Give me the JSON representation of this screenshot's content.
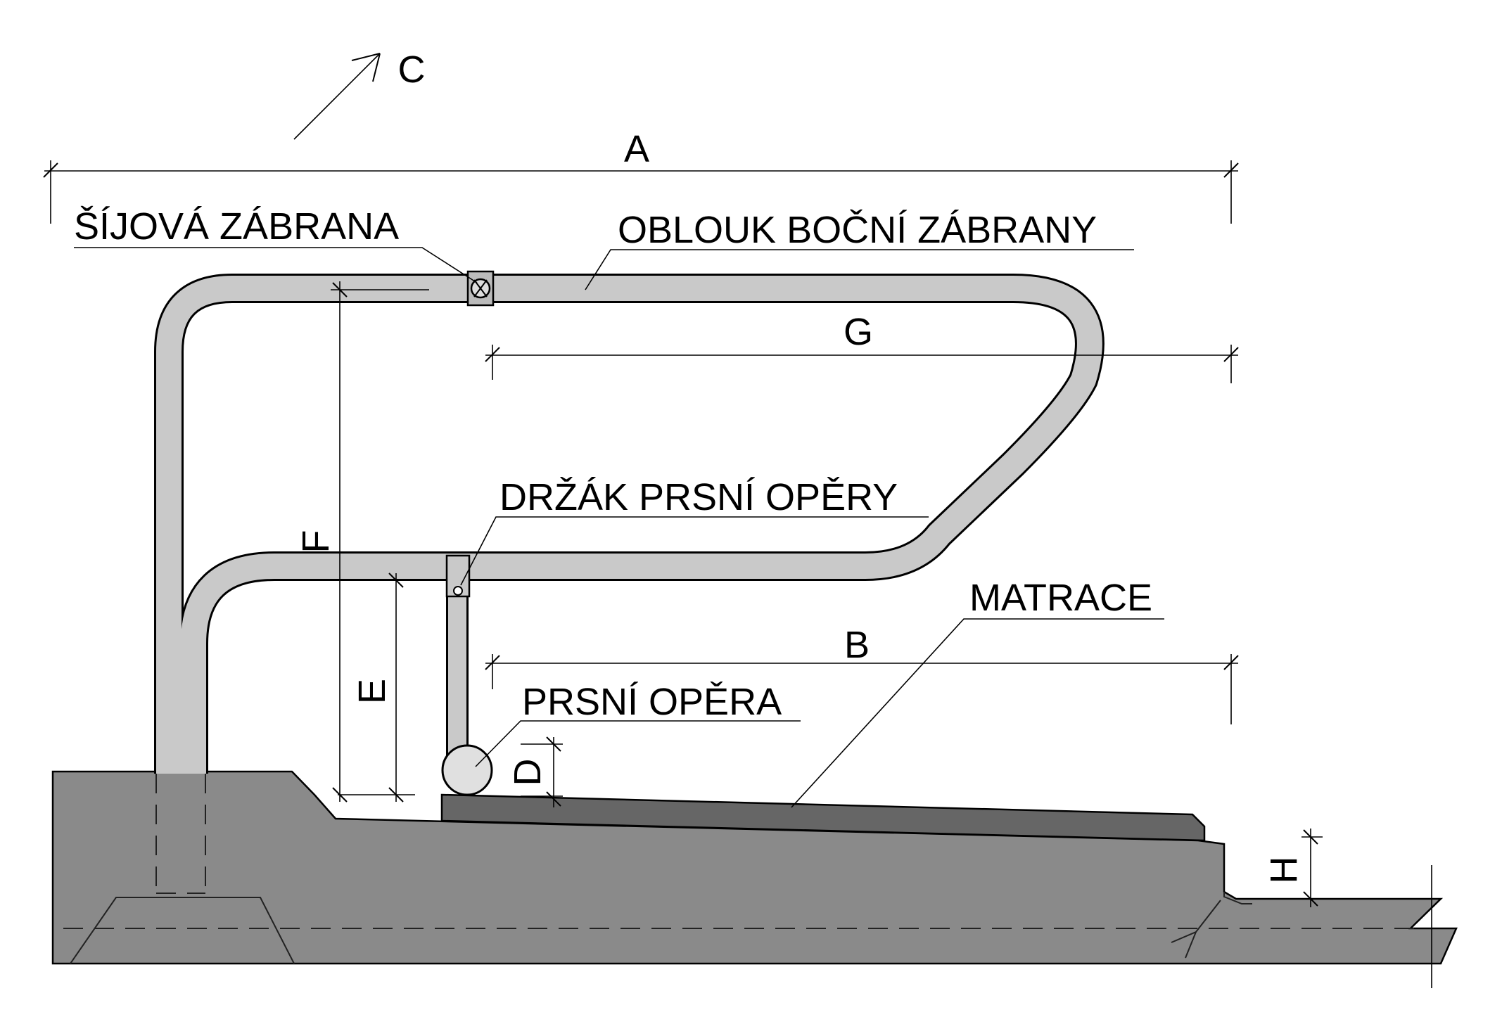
{
  "labels": {
    "neck_barrier": "ŠÍJOVÁ ZÁBRANA",
    "side_barrier_arc": "OBLOUK BOČNÍ ZÁBRANY",
    "chest_rest_holder": "DRŽÁK PRSNÍ OPĚRY",
    "mattress": "MATRACE",
    "chest_rest": "PRSNÍ OPĚRA"
  },
  "dimensions": {
    "a": "A",
    "b": "B",
    "c": "C",
    "d": "D",
    "e": "E",
    "f": "F",
    "g": "G",
    "h": "H"
  }
}
